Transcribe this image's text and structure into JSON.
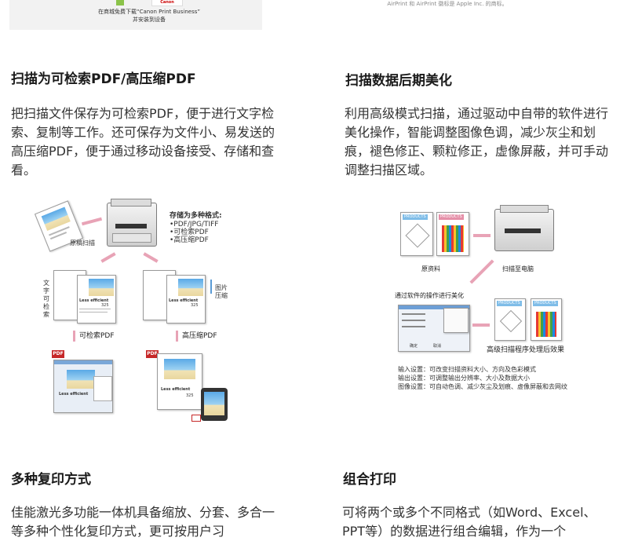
{
  "top": {
    "app_note_line1": "在商城免费下载“Canon Print Business”",
    "app_note_line2": "并安装到设备",
    "brand": "Canon",
    "airprint_note": "AirPrint 和 AirPrint 徽标是 Apple Inc. 的商标。"
  },
  "sections": {
    "scan_pdf": {
      "heading": "扫描为可检索PDF/高压缩PDF",
      "text": "把扫描文件保存为可检索PDF，便于进行文字检索、复制等工作。还可保存为文件小、易发送的高压缩PDF，便于通过移动设备接受、存储和查看。"
    },
    "scan_enhance": {
      "heading": "扫描数据后期美化",
      "text": "利用高级模式扫描，通过驱动中自带的软件进行美化操作，智能调整图像色调，减少灰尘和划痕，褪色修正、颗粒修正，虚像屏蔽，并可手动调整扫描区域。"
    },
    "copy_modes": {
      "heading": "多种复印方式",
      "text": "佳能激光多功能一体机具备缩放、分套、多合一等多种个性化复印方式，更可按用户习"
    },
    "combo_print": {
      "heading": "组合打印",
      "text": "可将两个或多个不同格式（如Word、Excel、PPT等）的数据进行组合编辑，作为一个"
    }
  },
  "diagram_left": {
    "original_label": "原稿扫描",
    "formats_title": "存储为多种格式:",
    "formats": [
      "•PDF/JPG/TIFF",
      "•可检索PDF",
      "•高压缩PDF"
    ],
    "text_search_label": "文字可检索",
    "image_compress_label": "图片压缩",
    "searchable_pdf_label": "可检索PDF",
    "compressed_pdf_label": "高压缩PDF",
    "doc_title": "Less efficient",
    "doc_number": "325",
    "pdf_tag": "PDF"
  },
  "diagram_right": {
    "products_label": "PRODUCTS",
    "source_label": "原资料",
    "scan_to_pc_label": "扫描至电脑",
    "software_label": "通过软件的操作进行美化",
    "result_label": "高级扫描程序处理后效果",
    "notes": [
      "输入设置：可改变扫描资料大小、方向及色彩模式",
      "输出设置：可调整输出分辨率、大小及数据大小",
      "图像设置：可自动色调、减少灰尘及划痕、虚像屏蔽和去网纹"
    ],
    "dialog_btn1": "确定",
    "dialog_btn2": "取消"
  },
  "colors": {
    "accent_pink": "#e8a3b6",
    "pdf_red": "#c62828",
    "sky_blue": "#5aa9e6"
  }
}
